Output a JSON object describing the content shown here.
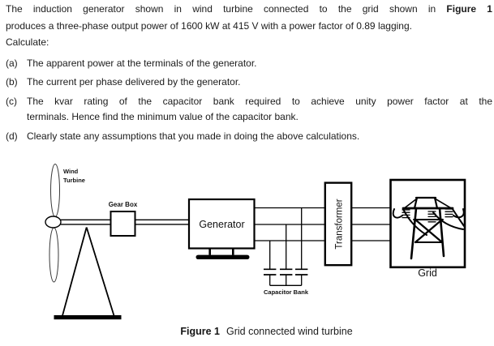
{
  "problem": {
    "intro_line1": "The induction generator shown in wind turbine connected to the grid shown in",
    "figure_ref": "Figure 1",
    "intro_line2": "produces a three-phase output power of 1600 kW at 415 V with a power factor of 0.89 lagging.",
    "calculate_label": "Calculate:",
    "items": [
      {
        "label": "(a)",
        "lines": [
          "The apparent power at the terminals of the generator."
        ]
      },
      {
        "label": "(b)",
        "lines": [
          "The current per phase delivered by the generator."
        ]
      },
      {
        "label": "(c)",
        "lines": [
          "The kvar rating of the capacitor bank required to achieve unity power factor at the",
          "terminals. Hence find the minimum value of the capacitor bank."
        ]
      },
      {
        "label": "(d)",
        "lines": [
          "Clearly state any assumptions that you made in doing the above calculations."
        ]
      }
    ]
  },
  "diagram": {
    "labels": {
      "wind_turbine": [
        "Wind",
        "Turbine"
      ],
      "gear_box": "Gear Box",
      "generator": "Generator",
      "capacitor_bank": "Capacitor Bank",
      "transformer": "Transformer",
      "grid": "Grid"
    },
    "caption": {
      "figure_label": "Figure 1",
      "text": "Grid connected wind turbine"
    }
  },
  "colors": {
    "ink": "#1b1b1b",
    "diagram_line": "#000000",
    "background": "#ffffff"
  }
}
